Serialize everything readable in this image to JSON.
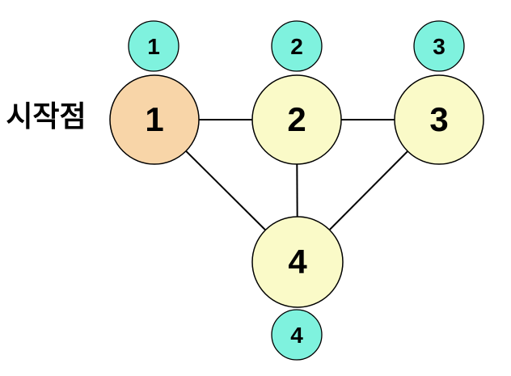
{
  "start_label": "시작점",
  "colors": {
    "start_node_fill": "#F8D5A8",
    "node_fill": "#FAFAC8",
    "order_marker_fill": "#7FF2DE",
    "stroke": "#000000",
    "text": "#000000",
    "background": "#FFFFFF"
  },
  "graph": {
    "nodes": [
      {
        "id": "1",
        "label": "1",
        "type": "start",
        "visit_order": "1"
      },
      {
        "id": "2",
        "label": "2",
        "type": "normal",
        "visit_order": "2"
      },
      {
        "id": "3",
        "label": "3",
        "type": "normal",
        "visit_order": "3"
      },
      {
        "id": "4",
        "label": "4",
        "type": "normal",
        "visit_order": "4"
      }
    ],
    "edges": [
      {
        "from": "1",
        "to": "2"
      },
      {
        "from": "2",
        "to": "3"
      },
      {
        "from": "1",
        "to": "4"
      },
      {
        "from": "2",
        "to": "4"
      },
      {
        "from": "3",
        "to": "4"
      }
    ],
    "order_markers": [
      {
        "label": "1",
        "position": "above-node-1"
      },
      {
        "label": "2",
        "position": "above-node-2"
      },
      {
        "label": "3",
        "position": "above-node-3"
      },
      {
        "label": "4",
        "position": "below-node-4"
      }
    ]
  }
}
